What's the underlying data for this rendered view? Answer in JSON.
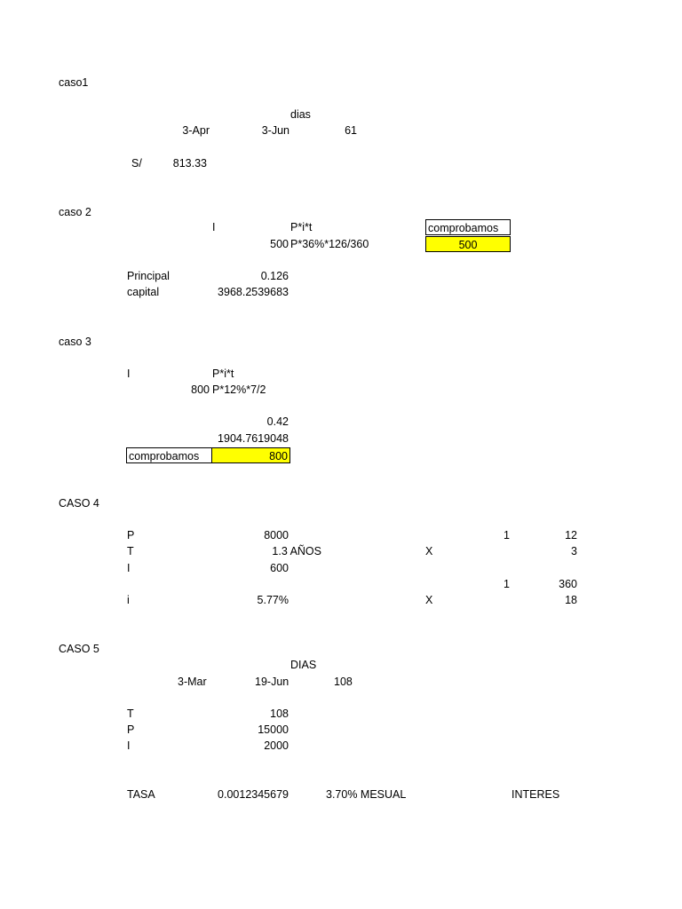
{
  "caso1": {
    "title": "caso1",
    "dias_label": "dias",
    "date_start": "3-Apr",
    "date_end": "3-Jun",
    "days": "61",
    "currency": "S/",
    "amount": "813.33"
  },
  "caso2": {
    "title": "caso 2",
    "i_label": "I",
    "formula": "P*i*t",
    "value": "500",
    "formula_expanded": "P*36%*126/360",
    "check_label": "comprobamos",
    "check_value": "500",
    "principal_label": "Principal",
    "principal_value": "0.126",
    "capital_label": "capital",
    "capital_value": "3968.2539683"
  },
  "caso3": {
    "title": "caso 3",
    "i_label": "I",
    "formula": "P*i*t",
    "value": "800",
    "formula_expanded": "P*12%*7/2",
    "factor": "0.42",
    "capital": "1904.7619048",
    "check_label": "comprobamos",
    "check_value": "800"
  },
  "caso4": {
    "title": "CASO 4",
    "p_label": "P",
    "p_value": "8000",
    "t_label": "T",
    "t_value": "1.3 AÑOS",
    "i_label": "I",
    "i_value": "600",
    "rate_label": "i",
    "rate_value": "5.77%",
    "conv": {
      "r1_a": "1",
      "r1_b": "12",
      "r2_x": "X",
      "r2_b": "3",
      "r3_a": "1",
      "r3_b": "360",
      "r4_x": "X",
      "r4_b": "18"
    }
  },
  "caso5": {
    "title": "CASO 5",
    "dias_label": "DIAS",
    "date_start": "3-Mar",
    "date_end": "19-Jun",
    "days": "108",
    "t_label": "T",
    "t_value": "108",
    "p_label": "P",
    "p_value": "15000",
    "i_label": "I",
    "i_value": "2000",
    "tasa_label": "TASA",
    "tasa_value": "0.0012345679",
    "tasa_mensual": "3.70% MESUAL",
    "interes_label": "INTERES"
  }
}
